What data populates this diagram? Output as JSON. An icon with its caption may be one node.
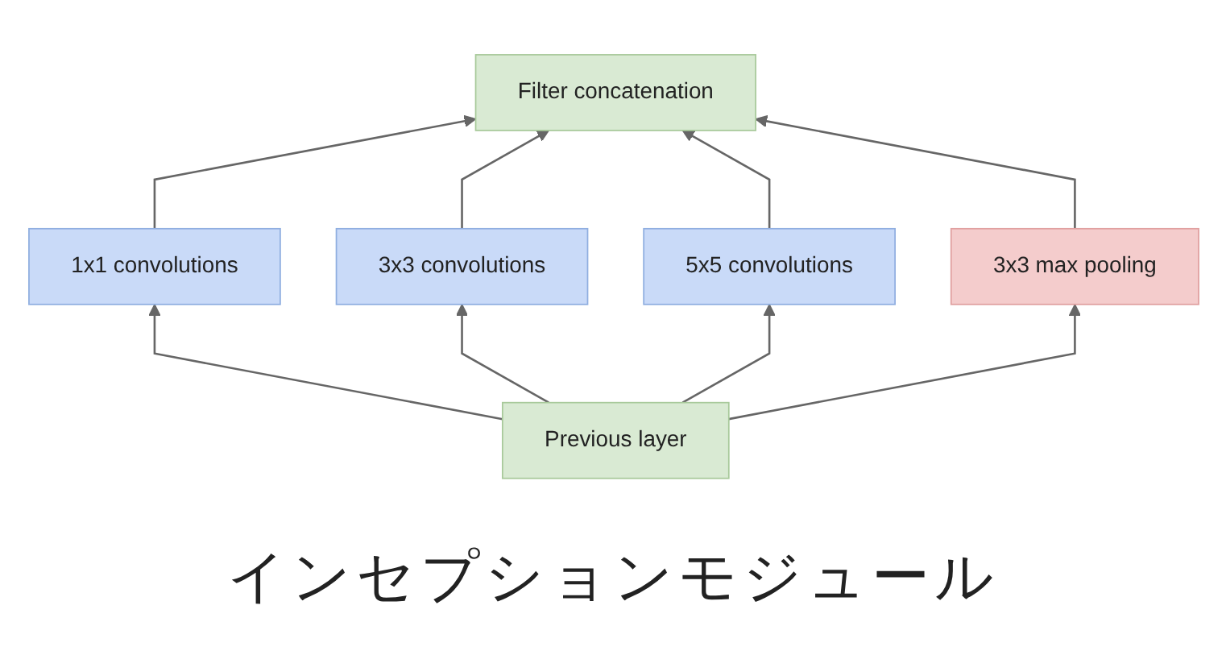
{
  "diagram": {
    "caption": "インセプションモジュール",
    "nodes": [
      {
        "text": [
          "Filter concatenation"
        ]
      },
      {
        "text": [
          "1x1 convolutions"
        ]
      },
      {
        "text": [
          "3x3 convolutions"
        ]
      },
      {
        "text": [
          "5x5 convolutions"
        ]
      },
      {
        "text": [
          "3x3 max pooling"
        ]
      },
      {
        "text": [
          "Previous layer"
        ]
      }
    ],
    "edges": [
      {
        "from": 1,
        "to": 0,
        "arrow": "to"
      },
      {
        "from": 2,
        "to": 0,
        "arrow": "to"
      },
      {
        "from": 3,
        "to": 0,
        "arrow": "to"
      },
      {
        "from": 4,
        "to": 0,
        "arrow": "to"
      },
      {
        "from": 5,
        "to": 1,
        "arrow": "to"
      },
      {
        "from": 5,
        "to": 2,
        "arrow": "to"
      },
      {
        "from": 5,
        "to": 3,
        "arrow": "to"
      },
      {
        "from": 5,
        "to": 4,
        "arrow": "to"
      }
    ]
  }
}
